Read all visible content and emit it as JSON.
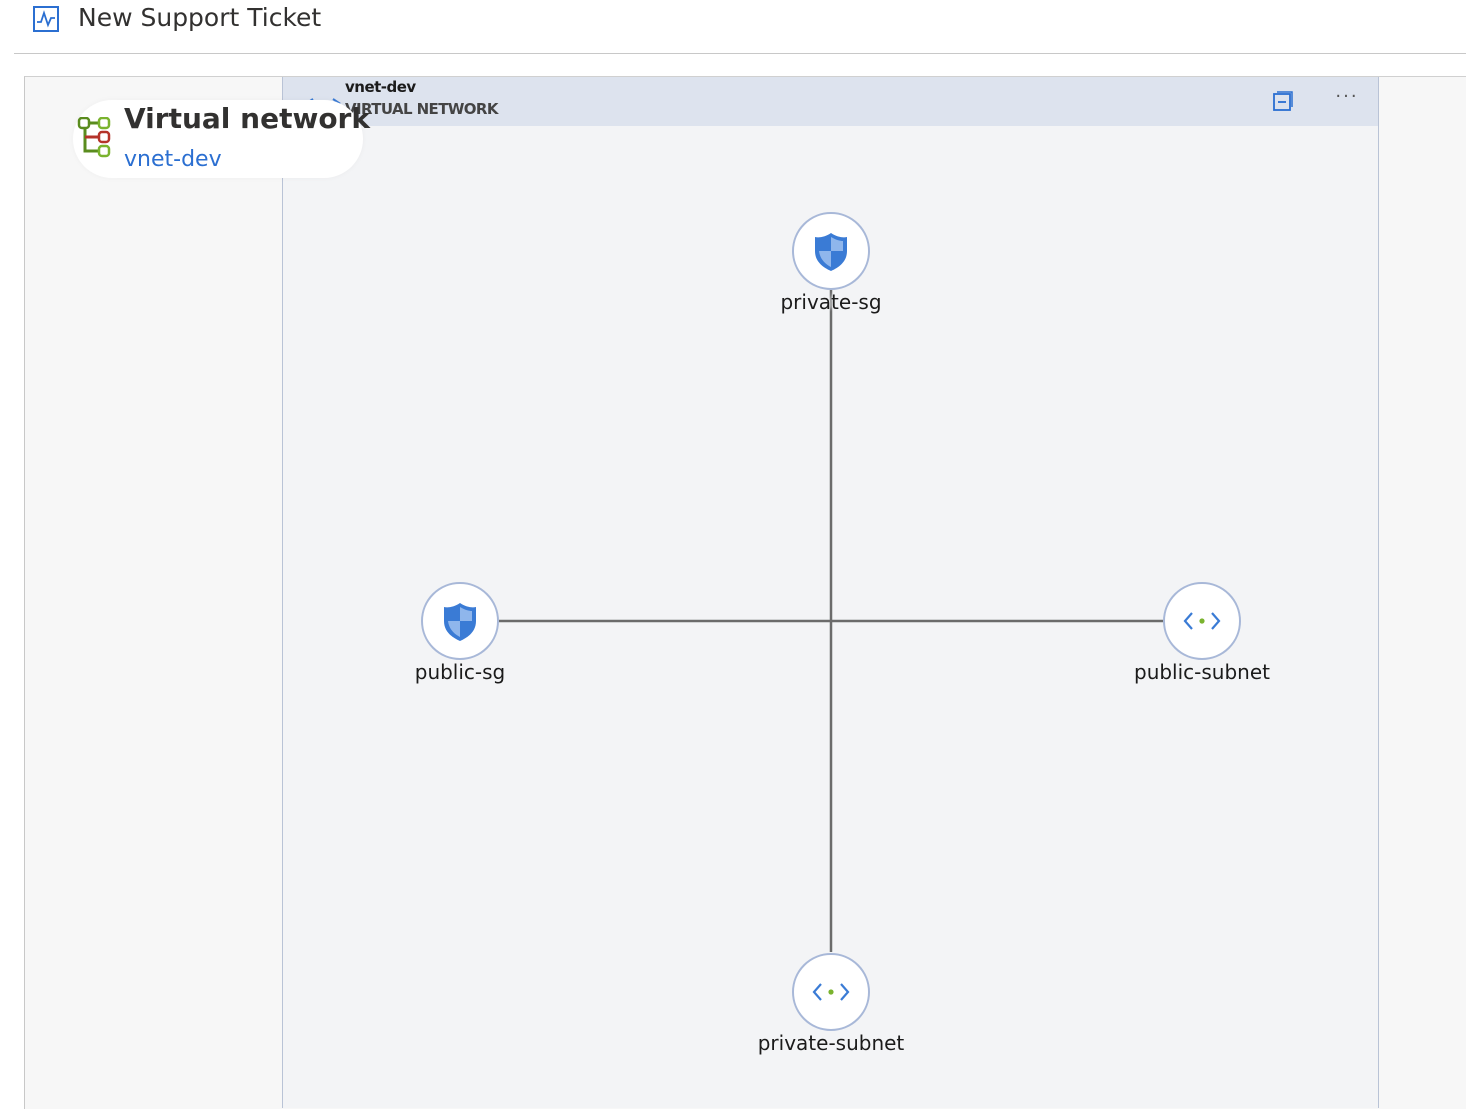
{
  "topbar": {
    "ticket_label": "New Support Ticket",
    "ticket_icon": "chart-pulse-icon"
  },
  "info_card": {
    "title": "Virtual network",
    "link": "vnet-dev",
    "icon": "virtual-network-icon"
  },
  "vnet_panel": {
    "name": "vnet-dev",
    "type": "VIRTUAL NETWORK",
    "actions": {
      "collapse_icon": "collapse-icon",
      "more": "···"
    }
  },
  "nodes": {
    "private_sg": {
      "label": "private-sg",
      "icon": "shield-icon"
    },
    "public_sg": {
      "label": "public-sg",
      "icon": "shield-icon"
    },
    "public_subnet": {
      "label": "public-subnet",
      "icon": "subnet-icon"
    },
    "private_subnet": {
      "label": "private-subnet",
      "icon": "subnet-icon"
    }
  },
  "colors": {
    "link_blue": "#2b6fd1",
    "header_bg": "#dde3ee",
    "panel_bg": "#f3f4f6",
    "connector": "#6b6b6b",
    "shield_blue": "#3a7bd5",
    "subnet_green": "#7ab32e"
  }
}
